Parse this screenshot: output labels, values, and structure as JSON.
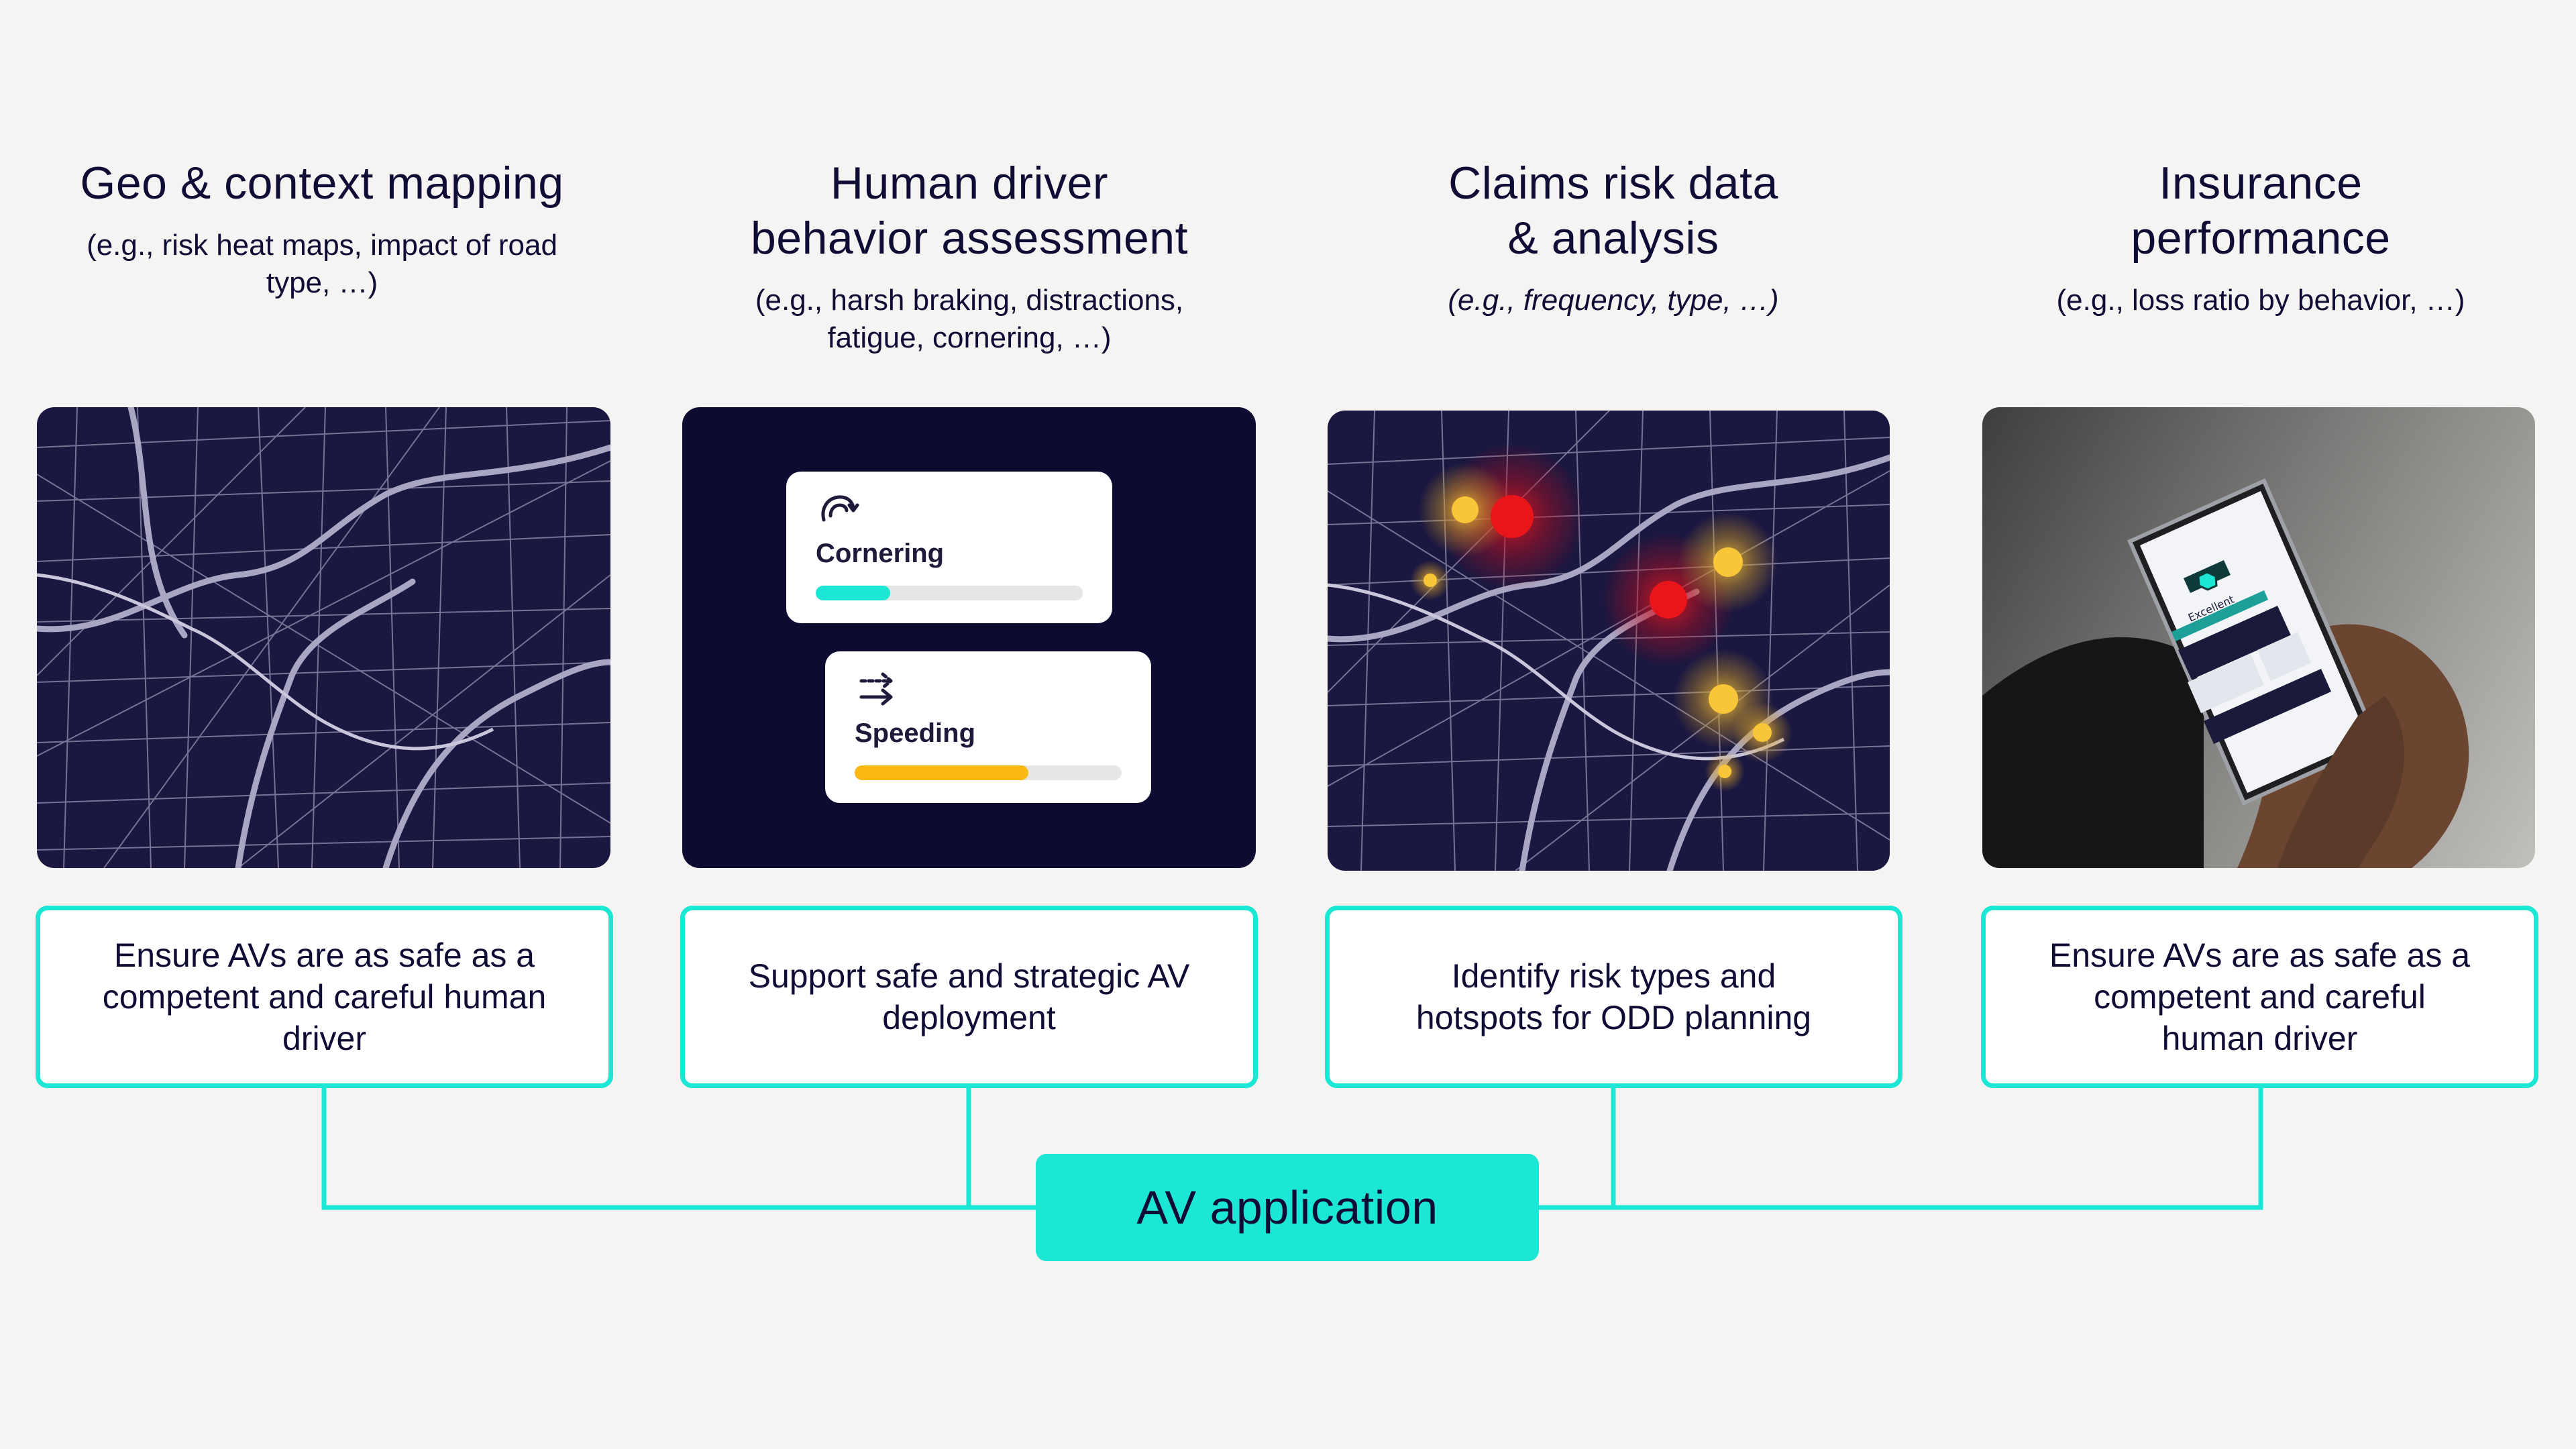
{
  "columns": [
    {
      "title": "Geo & context mapping",
      "subtitle": "(e.g., risk heat maps, impact of road\ntype, …)",
      "outcome": "Ensure AVs are as safe as a\ncompetent and careful human\ndriver"
    },
    {
      "title": "Human driver\nbehavior assessment",
      "subtitle": "(e.g., harsh braking, distractions,\nfatigue, cornering, …)",
      "outcome": "Support safe and strategic AV\ndeployment"
    },
    {
      "title": "Claims risk data\n& analysis",
      "subtitle": "(e.g., frequency, type, …)",
      "outcome": "Identify risk types and\nhotspots for ODD planning"
    },
    {
      "title": "Insurance\nperformance",
      "subtitle": "(e.g., loss ratio by behavior, …)",
      "outcome": "Ensure AVs are as safe as a\ncompetent and careful\nhuman driver"
    }
  ],
  "behavior_cards": [
    {
      "label": "Cornering",
      "icon": "cornering-icon",
      "progress": 0.28,
      "color": "#1ce6d4"
    },
    {
      "label": "Speeding",
      "icon": "speeding-icon",
      "progress": 0.65,
      "color": "#fbb813"
    }
  ],
  "phone": {
    "status_text": "Excellent"
  },
  "hub": {
    "label": "AV application"
  },
  "colors": {
    "accent": "#1ce6d4",
    "navy": "#0f0c35",
    "map_bg": "#1a1740",
    "map_roads": "#8e8aab",
    "hot_red": "#e8161b",
    "hot_yellow": "#f9c63a"
  }
}
